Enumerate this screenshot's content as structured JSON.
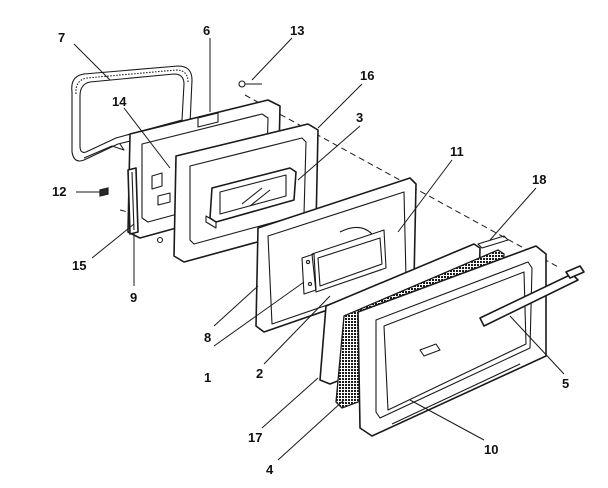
{
  "colors": {
    "ink": "#1a1a1a",
    "background": "#ffffff"
  },
  "callouts": [
    {
      "id": "7",
      "text": "7"
    },
    {
      "id": "6",
      "text": "6"
    },
    {
      "id": "13",
      "text": "13"
    },
    {
      "id": "16",
      "text": "16"
    },
    {
      "id": "14",
      "text": "14"
    },
    {
      "id": "3",
      "text": "3"
    },
    {
      "id": "11",
      "text": "11"
    },
    {
      "id": "18",
      "text": "18"
    },
    {
      "id": "12",
      "text": "12"
    },
    {
      "id": "15",
      "text": "15"
    },
    {
      "id": "9",
      "text": "9"
    },
    {
      "id": "8",
      "text": "8"
    },
    {
      "id": "1",
      "text": "1"
    },
    {
      "id": "2",
      "text": "2"
    },
    {
      "id": "5",
      "text": "5"
    },
    {
      "id": "17",
      "text": "17"
    },
    {
      "id": "4",
      "text": "4"
    },
    {
      "id": "10",
      "text": "10"
    }
  ]
}
